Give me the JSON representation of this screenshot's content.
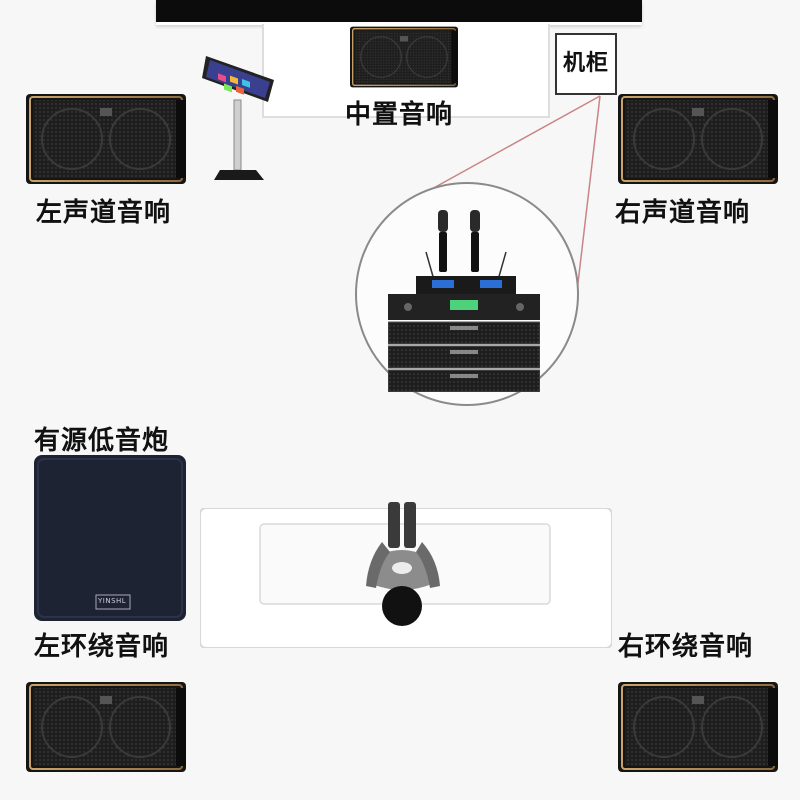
{
  "labels": {
    "center": "中置音响",
    "cabinet": "机柜",
    "left_front": "左声道音响",
    "right_front": "右声道音响",
    "subwoofer": "有源低音炮",
    "left_surround": "左环绕音响",
    "right_surround": "右环绕音响"
  },
  "brand": {
    "subwoofer_badge": "YINSHL"
  },
  "colors": {
    "speaker_body": "#1a1a1a",
    "speaker_trim": "#b8935a",
    "grille": "#2a2a2a",
    "subwoofer_body": "#1e2333",
    "connector_line": "#c98585",
    "tv_bar": "#0c0c0c"
  },
  "icons": {
    "speaker": "speaker-icon",
    "microphone": "microphone-icon",
    "amplifier": "amplifier-icon",
    "karaoke_stand": "karaoke-touchscreen-icon",
    "person": "person-icon",
    "sofa": "sofa-icon"
  }
}
